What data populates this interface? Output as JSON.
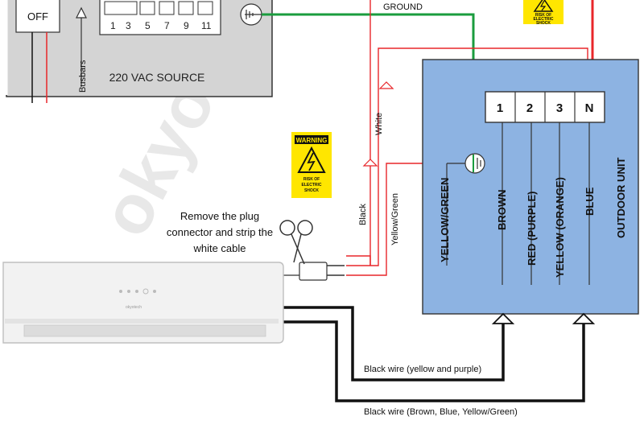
{
  "panel": {
    "switch_label": "OFF",
    "busbars_label": "Busbars",
    "breaker_numbers": [
      "1",
      "3",
      "5",
      "7",
      "9",
      "11"
    ],
    "source_label": "220 VAC SOURCE"
  },
  "wires": {
    "ground_label": "GROUND",
    "white_label": "White",
    "black_label": "Black",
    "yellow_green_label": "Yellow/Green",
    "black_wire_1": "Black wire (yellow and purple)",
    "black_wire_2": "Black wire (Brown, Blue, Yellow/Green)"
  },
  "warning_signs": {
    "title": "WARNING",
    "text_line1": "RISK OF",
    "text_line2": "ELECTRIC",
    "text_line3": "SHOCK"
  },
  "instruction": {
    "line1": "Remove the plug",
    "line2": "connector and strip the",
    "line3": "white cable"
  },
  "indoor_unit": {
    "brand": "okyotech"
  },
  "outdoor_unit": {
    "title": "OUTDOOR UNIT",
    "terminals": [
      "1",
      "2",
      "3",
      "N"
    ],
    "wire_labels": [
      "YELLOW/GREEN",
      "BROWN",
      "RED (PURPLE)",
      "YELLOW (ORANGE)",
      "BLUE"
    ]
  },
  "watermark": "okyotech",
  "colors": {
    "outdoor_fill": "#8db3e2",
    "panel_fill": "#d4d4d4",
    "red_wire": "#e8262a",
    "green_wire": "#1a9c3e",
    "warning_yellow": "#ffe600"
  }
}
